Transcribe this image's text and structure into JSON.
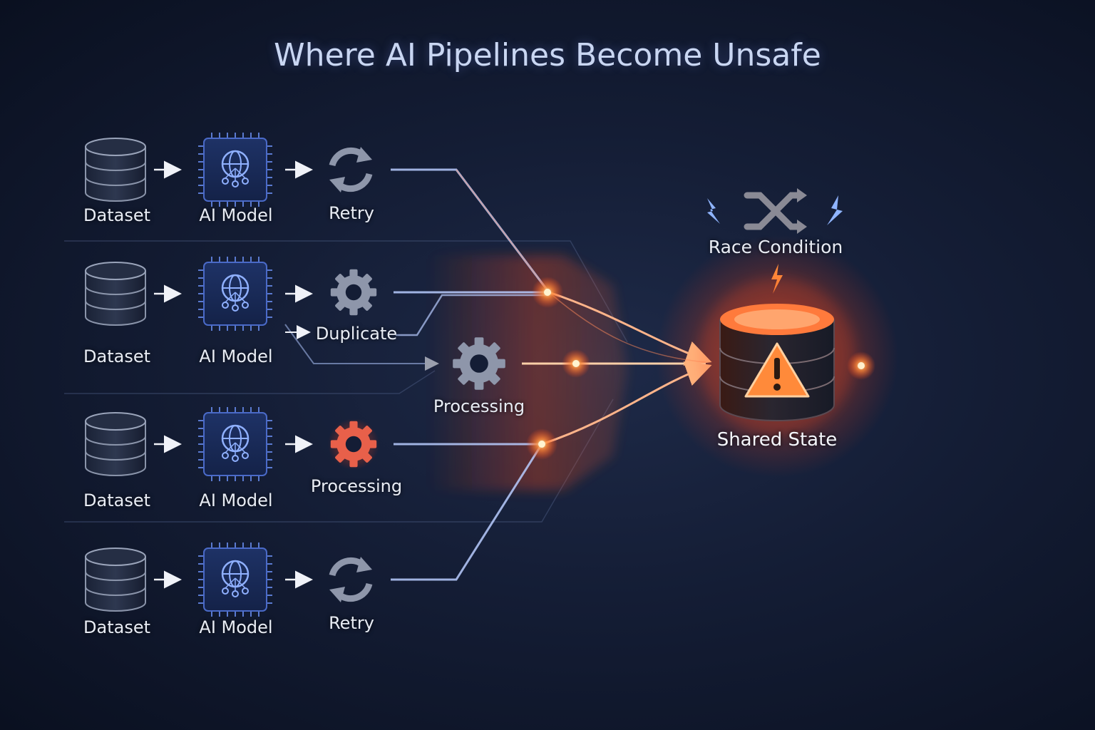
{
  "title": "Where AI Pipelines Become Unsafe",
  "rows": [
    {
      "source": "Dataset",
      "model": "AI Model",
      "step": "Retry",
      "step_icon": "retry-icon"
    },
    {
      "source": "Dataset",
      "model": "AI Model",
      "step": "Duplicate",
      "step_icon": "gear-icon",
      "branch": "Processing",
      "branch_icon": "gear-icon"
    },
    {
      "source": "Dataset",
      "model": "AI Model",
      "step": "Processing",
      "step_icon": "gear-icon-hot"
    },
    {
      "source": "Dataset",
      "model": "AI Model",
      "step": "Retry",
      "step_icon": "retry-icon"
    }
  ],
  "conflict": {
    "label": "Race Condition",
    "icon": "shuffle-icon"
  },
  "target": {
    "label": "Shared State",
    "icon": "database-warning-icon"
  },
  "colors": {
    "accent": "#ff5a2a",
    "glow": "#ff7a3c",
    "line": "#a9c4ff",
    "background": "#0c1426"
  }
}
